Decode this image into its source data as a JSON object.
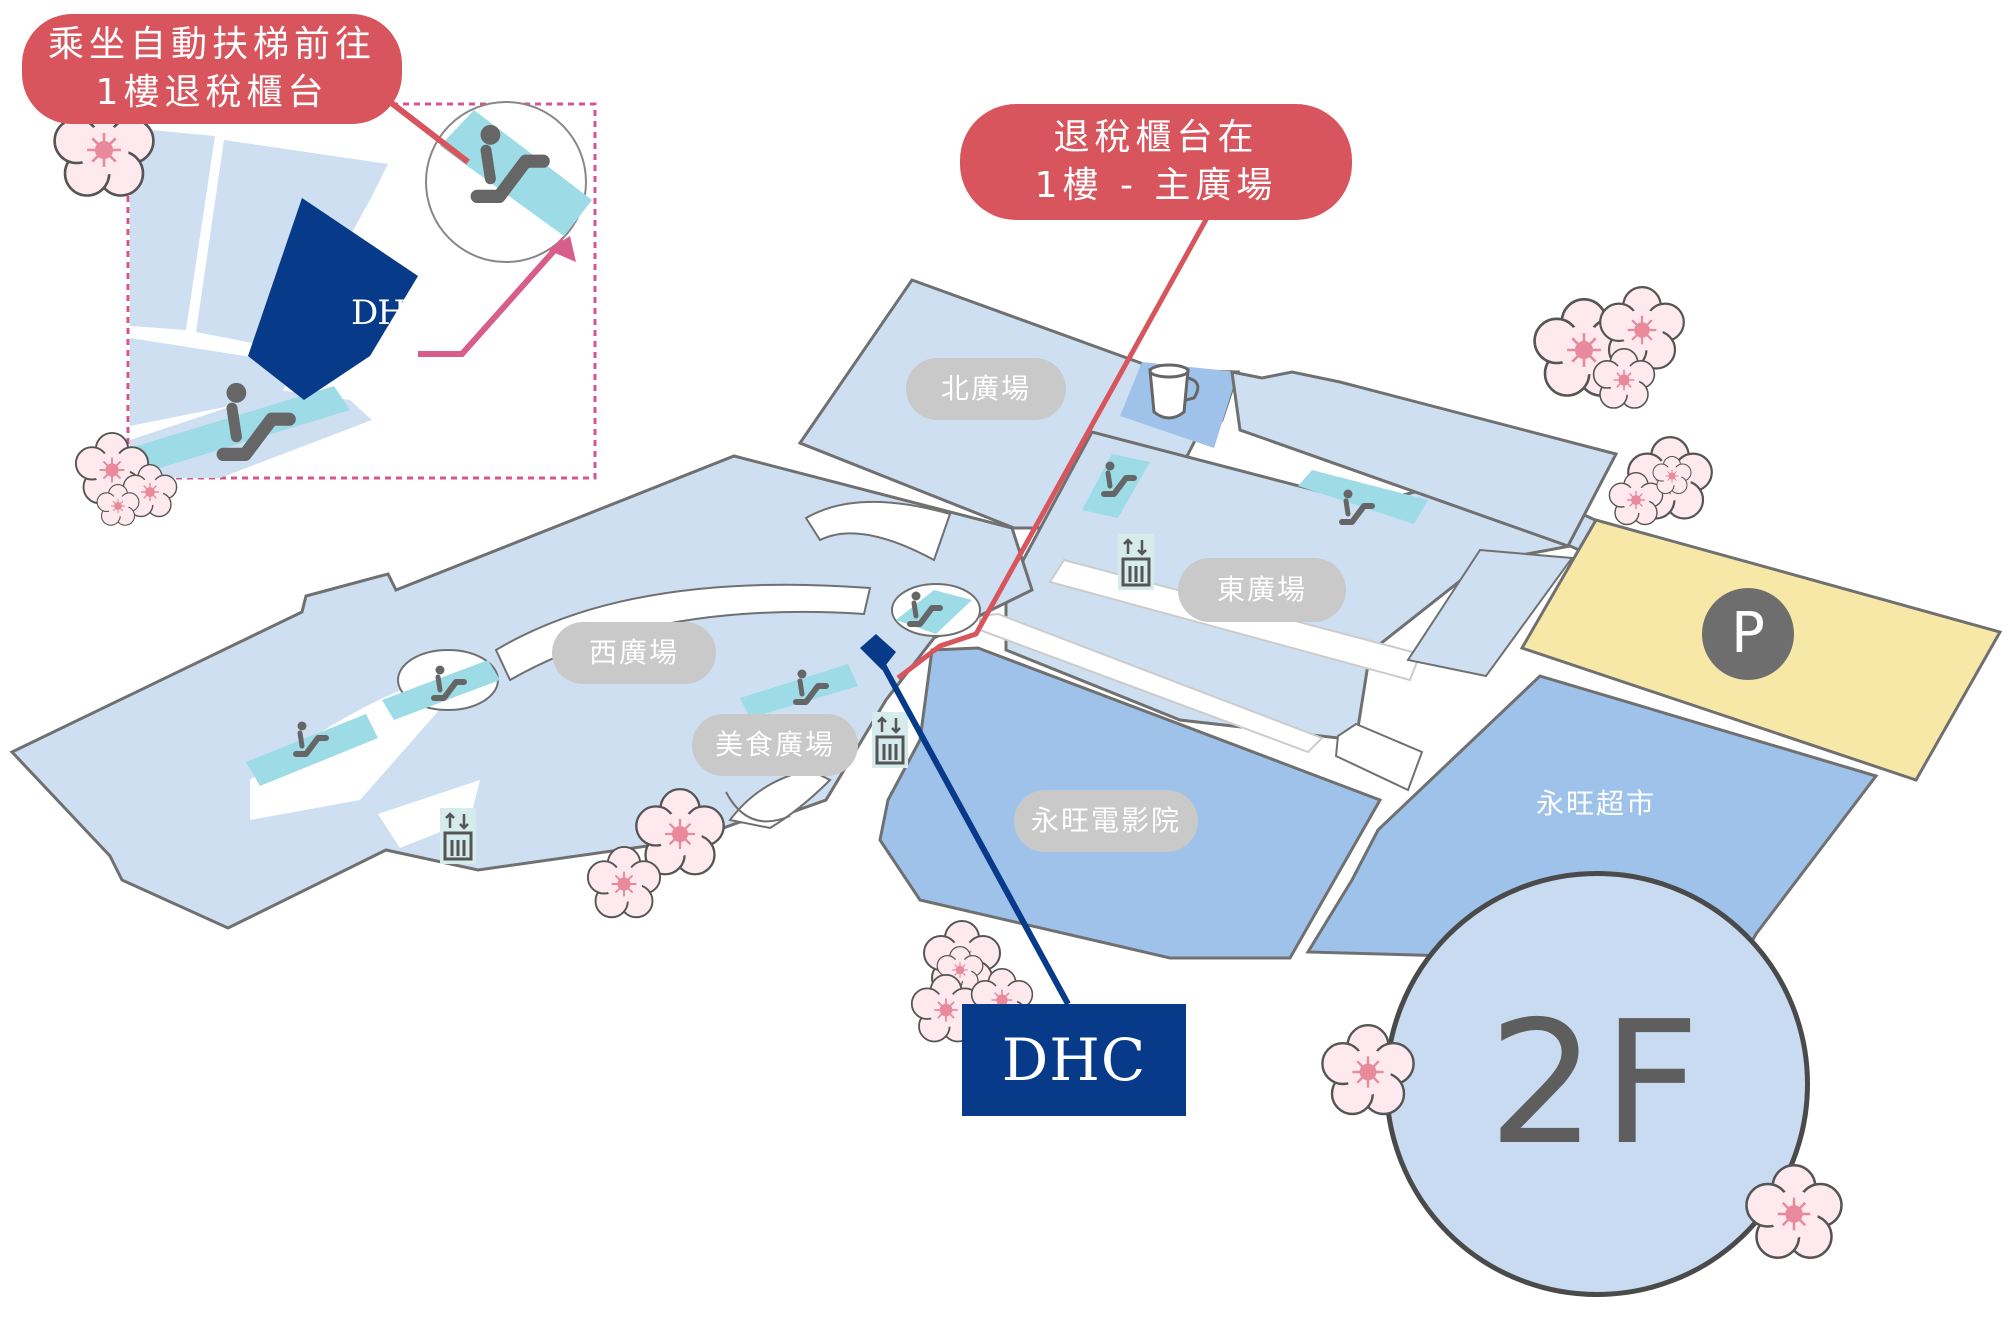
{
  "callouts": {
    "inset": {
      "line1": "乘坐自動扶梯前往",
      "line2": "1樓退稅櫃台",
      "color": "#d9555d"
    },
    "main": {
      "line1": "退稅櫃台在",
      "line2": "1樓 - 主廣場",
      "color": "#d9555d"
    }
  },
  "zones": {
    "north_plaza": "北廣場",
    "east_plaza": "東廣場",
    "west_plaza": "西廣場",
    "food_court": "美食廣場",
    "aeon_cinema": "永旺電影院",
    "aeon_supermarket": "永旺超市"
  },
  "store": {
    "name": "DHC",
    "color": "#073b8a"
  },
  "parking": {
    "symbol": "P",
    "color": "#f8e8a8"
  },
  "floor": {
    "label": "2F"
  },
  "colors": {
    "floor_area": "#cfdff2",
    "highlight_area": "#9ec2ea",
    "escalator": "#9ddbe6",
    "inset_border": "#d7558f",
    "route_arrow": "#d75d8a",
    "outline": "#707070"
  },
  "icons": [
    "escalator-icon",
    "elevator-icon",
    "coffee-cup-icon",
    "cherry-blossom-icon"
  ]
}
